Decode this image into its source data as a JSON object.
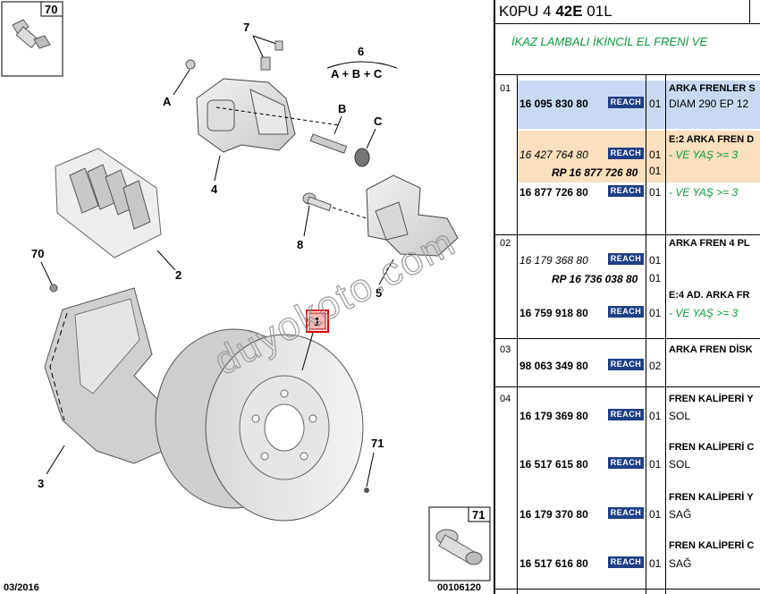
{
  "diagram": {
    "ref_70_top": "70",
    "ref_71_bottom": "71",
    "date_code": "03/2016",
    "image_id": "00106120",
    "labels": {
      "n1": "1",
      "n2": "2",
      "n3": "3",
      "n4": "4",
      "n5": "5",
      "n6": "6",
      "n7": "7",
      "n8": "8",
      "n70": "70",
      "n71": "71",
      "a": "A",
      "b": "B",
      "c": "C",
      "formula": "A + B + C"
    },
    "watermark": "duyokoto.com"
  },
  "header": {
    "code_prefix": "K0PU 4 ",
    "code_bold": "42E",
    "code_suffix": " 01L"
  },
  "title": "İKAZ LAMBALI İKİNCİL EL FRENİ VE",
  "reach_label": "REACH",
  "groups": [
    {
      "num": "01",
      "desc": "ARKA FRENLER S",
      "desc2": "DIAM 290 EP 12",
      "rows": [
        {
          "pn": "16 095 830 80",
          "reach": true,
          "qty": "01"
        }
      ]
    },
    {
      "num": "",
      "desc": "E:2 ARKA FREN D",
      "cond": "- VE YAŞ >= 3",
      "rows": [
        {
          "pn": "16 427 764 80",
          "reach": true,
          "qty": "01"
        },
        {
          "pn": "RP 16 877 726 80",
          "reach": false,
          "qty": "01"
        },
        {
          "pn": "16 877 726 80",
          "reach": true,
          "qty": "01",
          "cond": "- VE YAŞ >= 3"
        }
      ]
    },
    {
      "num": "02",
      "desc": "ARKA FREN 4 PL",
      "desc3": "E:4 AD. ARKA FR",
      "cond": "- VE YAŞ >= 3",
      "rows": [
        {
          "pn": "16 179 368 80",
          "reach": true,
          "qty": "01"
        },
        {
          "pn": "RP 16 736 038 80",
          "reach": false,
          "qty": "01"
        },
        {
          "pn": "16 759 918 80",
          "reach": true,
          "qty": "01"
        }
      ]
    },
    {
      "num": "03",
      "desc": "ARKA FREN DİSK",
      "rows": [
        {
          "pn": "98 063 349 80",
          "reach": true,
          "qty": "02"
        }
      ]
    },
    {
      "num": "04",
      "rows": [
        {
          "pn": "16 179 369 80",
          "reach": true,
          "qty": "01",
          "d1": "FREN KALİPERİ Y",
          "d2": "SOL"
        },
        {
          "pn": "16 517 615 80",
          "reach": true,
          "qty": "01",
          "d1": "FREN KALİPERİ C",
          "d2": "SOL"
        },
        {
          "pn": "16 179 370 80",
          "reach": true,
          "qty": "01",
          "d1": "FREN KALİPERİ Y",
          "d2": "SAĞ"
        },
        {
          "pn": "16 517 616 80",
          "reach": true,
          "qty": "01",
          "d1": "FREN KALİPERİ C",
          "d2": "SAĞ"
        }
      ]
    }
  ],
  "colors": {
    "row1_bg": "#c9d9f3",
    "row2_bg": "#fbe0bd",
    "reach_bg": "#1f3f86",
    "green": "#0a9b3a"
  }
}
